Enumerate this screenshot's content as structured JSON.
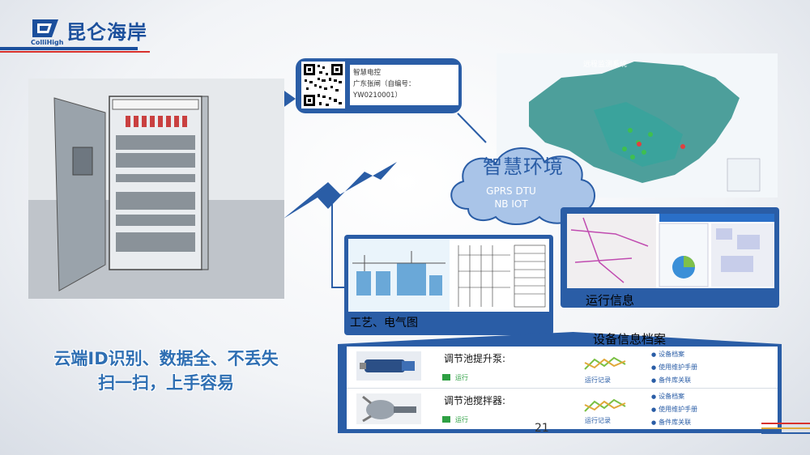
{
  "header": {
    "logo_text": "昆仑海岸",
    "logo_sub": "ColliHigh"
  },
  "qr": {
    "line1": "智慧电控",
    "line2": "广东张闸（自编号：YW0210001）"
  },
  "map": {
    "title": "远程监测系统"
  },
  "cloud": {
    "title": "智慧环境",
    "line1": "GPRS DTU",
    "line2": "NB IOT"
  },
  "ops": {
    "label": "运行信息"
  },
  "craft": {
    "label": "工艺、电气图"
  },
  "archive": {
    "title": "设备信息档案",
    "rows": [
      {
        "name": "调节池提升泵:",
        "status": "运行",
        "record": "运行记录",
        "links": [
          "设备档案",
          "使用维护手册",
          "备件库关联"
        ]
      },
      {
        "name": "调节池搅拌器:",
        "status": "运行",
        "record": "运行记录",
        "links": [
          "设备档案",
          "使用维护手册",
          "备件库关联"
        ]
      }
    ]
  },
  "slogan": {
    "line1": "云端ID识别、数据全、不丢失",
    "line2": "扫一扫，上手容易"
  },
  "page_number": "21",
  "colors": {
    "brand_blue": "#2a5da6",
    "status_green": "#2ea043",
    "accent_red": "#d8312d"
  }
}
